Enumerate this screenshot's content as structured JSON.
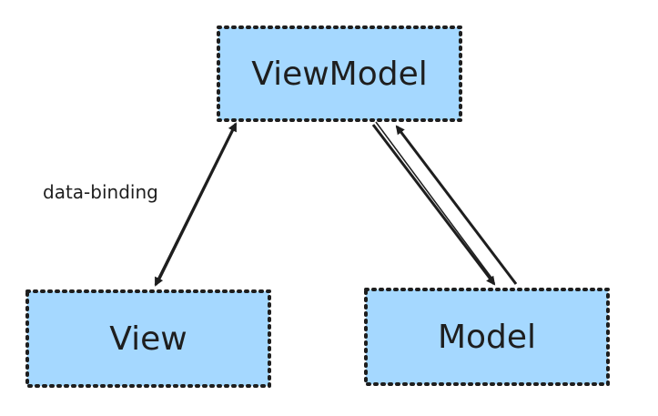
{
  "colors": {
    "node_fill": "#a5d8ff",
    "node_stroke": "#1e1e1e",
    "arrow": "#1e1e1e",
    "background": "#ffffff"
  },
  "nodes": {
    "viewmodel": {
      "label": "ViewModel"
    },
    "view": {
      "label": "View"
    },
    "model": {
      "label": "Model"
    }
  },
  "edges": {
    "view_viewmodel": {
      "label": "data-binding",
      "direction": "bidirectional"
    },
    "viewmodel_to_model": {
      "direction": "forward"
    },
    "model_to_viewmodel": {
      "direction": "forward"
    }
  }
}
